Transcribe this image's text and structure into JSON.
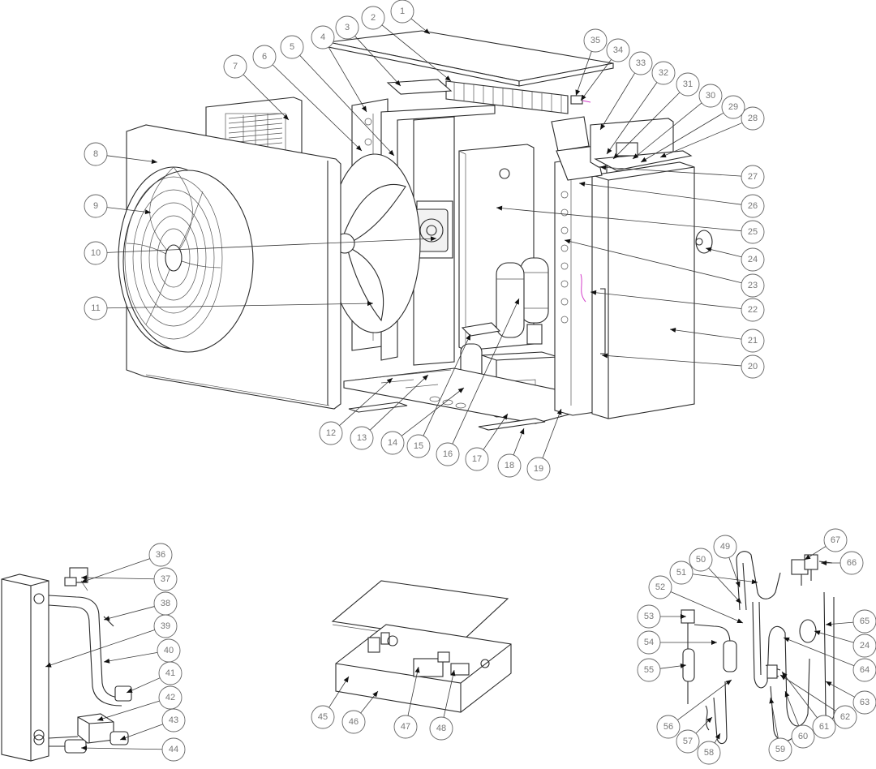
{
  "diagram": {
    "callouts": [
      {
        "label": "1"
      },
      {
        "label": "2"
      },
      {
        "label": "3"
      },
      {
        "label": "4"
      },
      {
        "label": "5"
      },
      {
        "label": "6"
      },
      {
        "label": "7"
      },
      {
        "label": "8"
      },
      {
        "label": "9"
      },
      {
        "label": "10"
      },
      {
        "label": "11"
      },
      {
        "label": "12"
      },
      {
        "label": "13"
      },
      {
        "label": "14"
      },
      {
        "label": "15"
      },
      {
        "label": "16"
      },
      {
        "label": "17"
      },
      {
        "label": "18"
      },
      {
        "label": "19"
      },
      {
        "label": "20"
      },
      {
        "label": "21"
      },
      {
        "label": "22"
      },
      {
        "label": "23"
      },
      {
        "label": "24"
      },
      {
        "label": "25"
      },
      {
        "label": "26"
      },
      {
        "label": "27"
      },
      {
        "label": "28"
      },
      {
        "label": "29"
      },
      {
        "label": "30"
      },
      {
        "label": "31"
      },
      {
        "label": "32"
      },
      {
        "label": "33"
      },
      {
        "label": "34"
      },
      {
        "label": "35"
      },
      {
        "label": "36"
      },
      {
        "label": "37"
      },
      {
        "label": "38"
      },
      {
        "label": "39"
      },
      {
        "label": "40"
      },
      {
        "label": "41"
      },
      {
        "label": "42"
      },
      {
        "label": "43"
      },
      {
        "label": "44"
      },
      {
        "label": "45"
      },
      {
        "label": "46"
      },
      {
        "label": "47"
      },
      {
        "label": "48"
      },
      {
        "label": "49"
      },
      {
        "label": "50"
      },
      {
        "label": "51"
      },
      {
        "label": "52"
      },
      {
        "label": "53"
      },
      {
        "label": "54"
      },
      {
        "label": "55"
      },
      {
        "label": "56"
      },
      {
        "label": "57"
      },
      {
        "label": "58"
      },
      {
        "label": "59"
      },
      {
        "label": "60"
      },
      {
        "label": "61"
      },
      {
        "label": "62"
      },
      {
        "label": "63"
      },
      {
        "label": "64"
      },
      {
        "label": "65"
      },
      {
        "label": "66"
      },
      {
        "label": "67"
      },
      {
        "label": "24"
      }
    ]
  }
}
